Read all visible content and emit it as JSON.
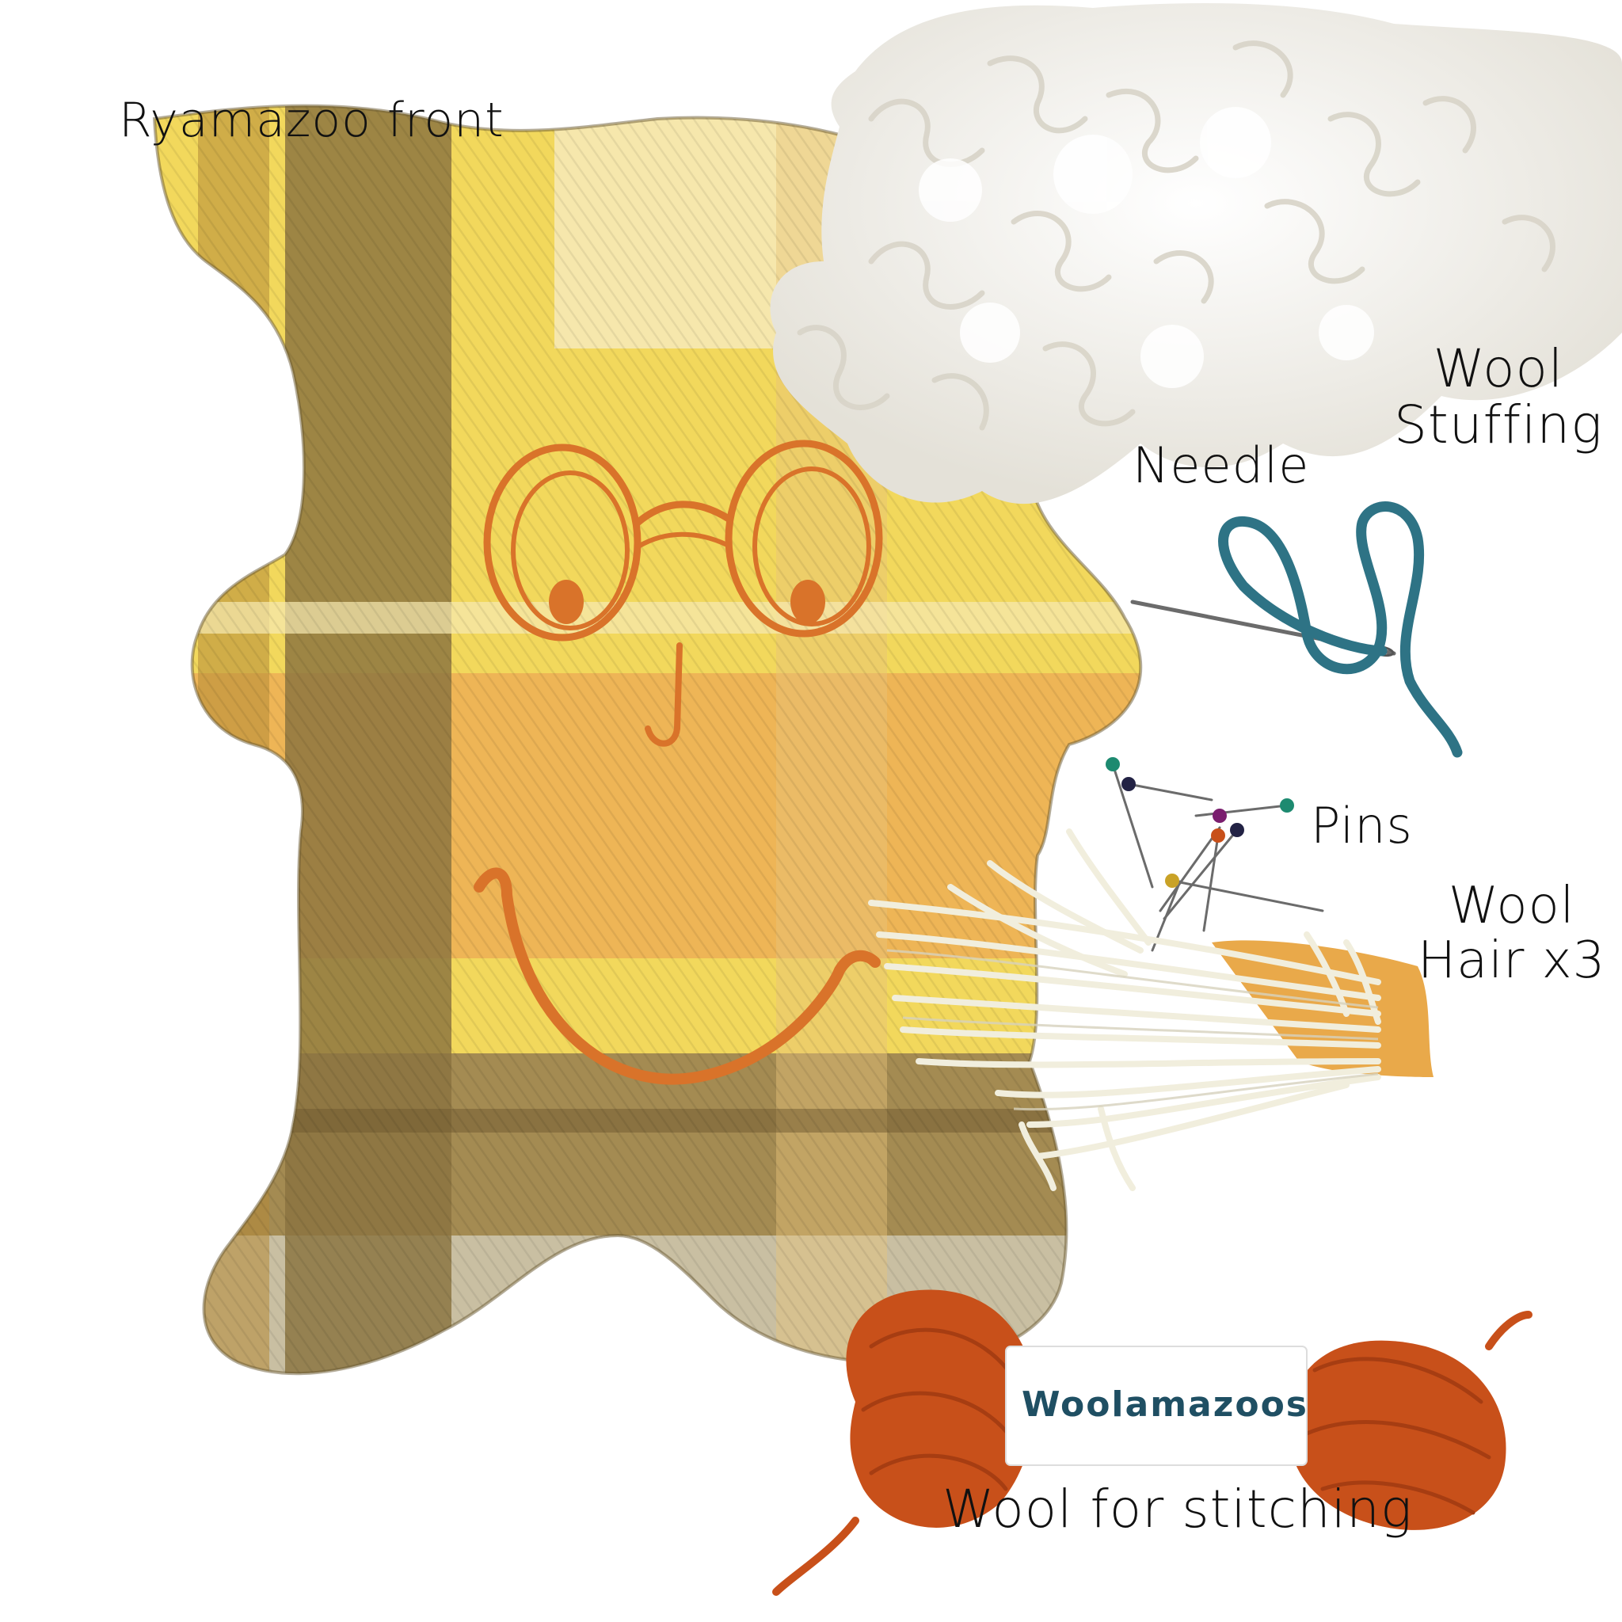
{
  "labels": {
    "front": "Ryamazoo front",
    "stuffing": [
      "Wool",
      "Stuffing"
    ],
    "needle": "Needle",
    "pins": "Pins",
    "hair": [
      "Wool",
      "Hair x3"
    ],
    "stitching": "Wool for stitching"
  },
  "brand_tag": "Woolamazoos",
  "colors": {
    "fabric_yellow": "#f2d85c",
    "fabric_brown": "#8a7340",
    "fabric_orange": "#e8a040",
    "embroidery": "#d9732a",
    "thread_teal": "#2e7385",
    "yarn_orange": "#c8501a",
    "wool_white": "#f4f1ea"
  }
}
